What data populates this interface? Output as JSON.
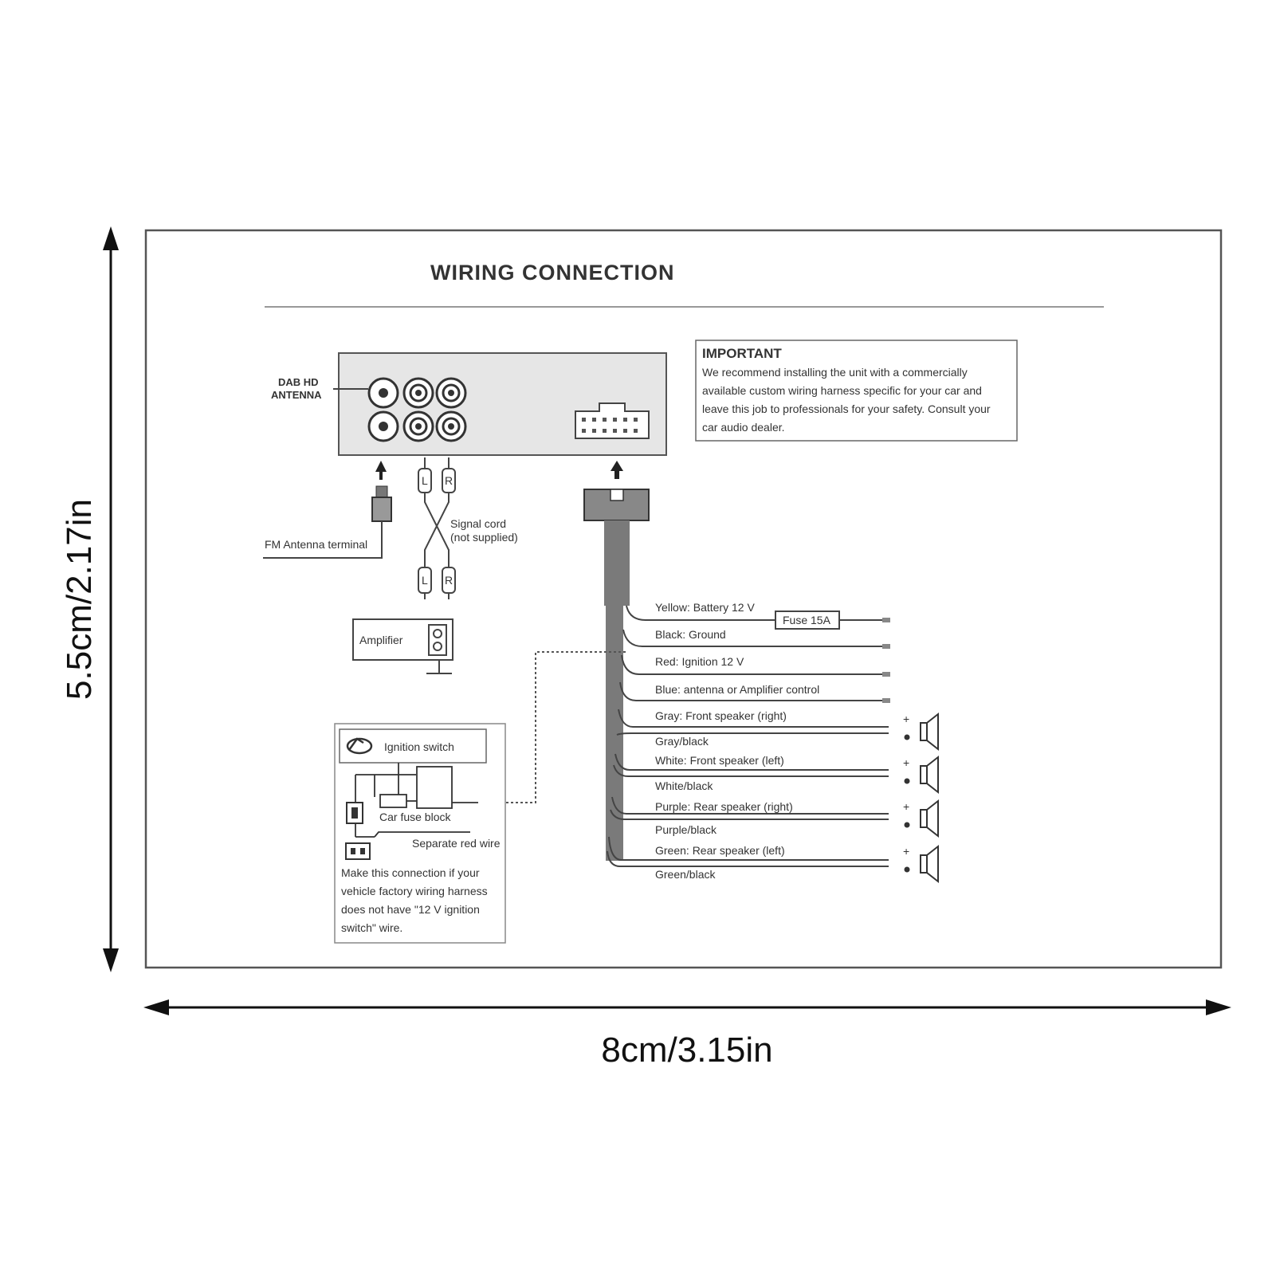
{
  "dimensions": {
    "height_label": "5.5cm/2.17in",
    "width_label": "8cm/3.15in"
  },
  "diagram": {
    "title": "WIRING CONNECTION",
    "antenna_label_line1": "DAB HD",
    "antenna_label_line2": "ANTENNA",
    "fm_antenna_label": "FM Antenna terminal",
    "signal_cord_line1": "Signal cord",
    "signal_cord_line2": "(not supplied)",
    "rca_left": "L",
    "rca_right": "R",
    "amplifier_label": "Amplifier",
    "important": {
      "heading": "IMPORTANT",
      "lines": [
        "We recommend installing the unit with a commercially",
        "available custom wiring harness specific for your car and",
        "leave this job to professionals for your safety. Consult your",
        "car audio dealer."
      ]
    },
    "fuse_label": "Fuse 15A",
    "wires": [
      "Yellow: Battery 12 V",
      "Black: Ground",
      "Red: Ignition 12 V",
      "Blue: antenna or Amplifier control",
      "Gray: Front speaker (right)",
      "Gray/black",
      "White: Front speaker (left)",
      "White/black",
      "Purple: Rear speaker (right)",
      "Purple/black",
      "Green: Rear speaker (left)",
      "Green/black"
    ],
    "ignition": {
      "switch_label": "Ignition switch",
      "fuse_block_label": "Car fuse block",
      "red_wire_label": "Separate red wire",
      "note_lines": [
        "Make this connection if your",
        "vehicle factory wiring harness",
        "does not have \"12 V ignition",
        "switch\" wire."
      ]
    }
  }
}
